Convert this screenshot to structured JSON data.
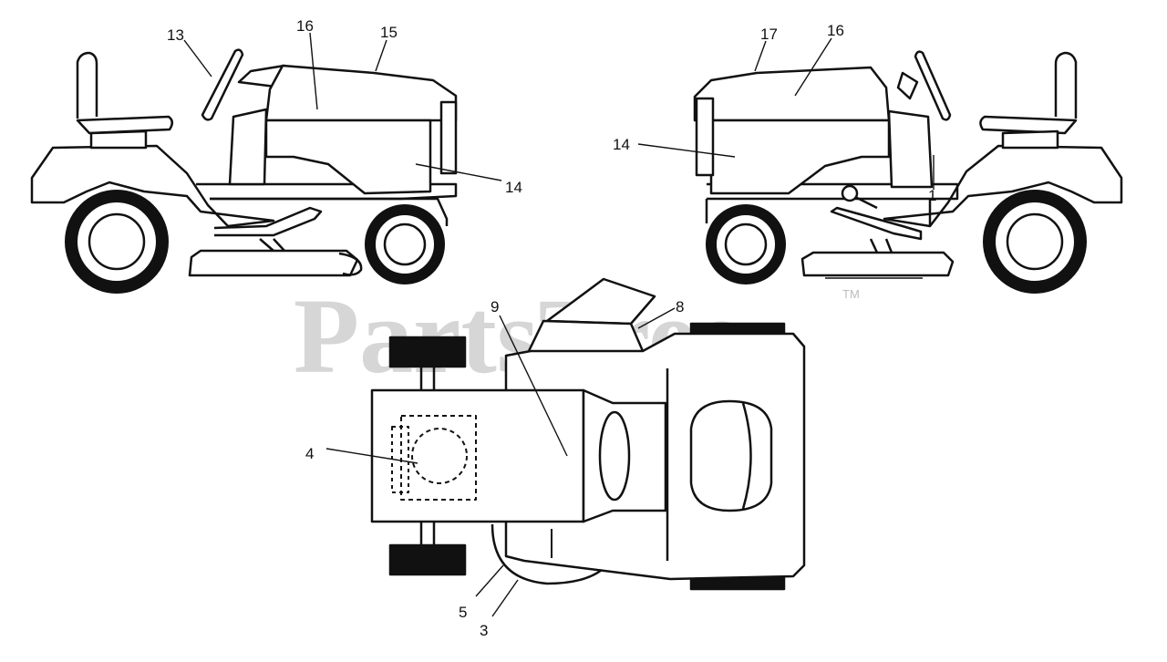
{
  "watermark": {
    "text": "PartsTree",
    "trademark": "TM",
    "color": "#d6d6d6"
  },
  "colors": {
    "line": "#111111",
    "background": "#ffffff"
  },
  "callouts": {
    "left_view": {
      "c13": "13",
      "c16": "16",
      "c15": "15",
      "c14": "14"
    },
    "right_view": {
      "c17": "17",
      "c16": "16",
      "c14": "14",
      "c1": "1"
    },
    "top_view": {
      "c9": "9",
      "c8": "8",
      "c4": "4",
      "c5": "5",
      "c3": "3"
    }
  }
}
